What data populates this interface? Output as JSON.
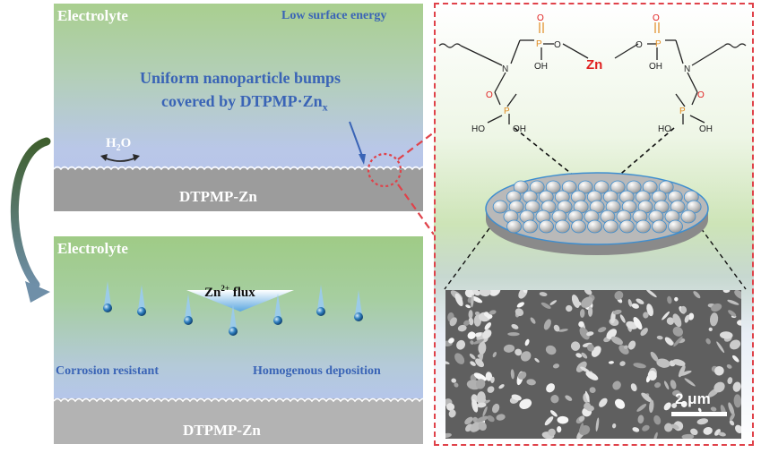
{
  "top_panel": {
    "electrolyte": "Electrolyte",
    "low_surface_energy": "Low surface energy",
    "bumps_line1": "Uniform nanoparticle bumps",
    "bumps_line2": "covered by DTPMP·Zn",
    "bumps_subscript": "x",
    "water": "H",
    "water_sub": "2",
    "water_end": "O",
    "substrate": "DTPMP-Zn"
  },
  "bottom_panel": {
    "electrolyte": "Electrolyte",
    "flux": "Zn",
    "flux_sup": "2+",
    "flux_end": " flux",
    "corrosion": "Corrosion resistant",
    "deposition": "Homogenous deposition",
    "substrate": "DTPMP-Zn"
  },
  "molecule": {
    "zn": "Zn",
    "o": "O",
    "oh": "OH",
    "ho": "HO",
    "p": "P",
    "n": "N"
  },
  "sem": {
    "scale_bar": "2 μm"
  },
  "colors": {
    "accent_red": "#e0424a",
    "label_blue": "#3a64b6",
    "phosphorus_orange": "#e08a1e",
    "zn_red": "#e02020"
  }
}
